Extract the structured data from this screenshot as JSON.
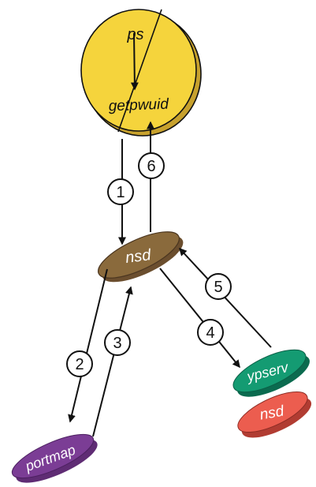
{
  "diagram": {
    "nodes": {
      "ps": {
        "label": "ps",
        "color": "#f5d43c"
      },
      "getpwuid": {
        "label": "getpwuid",
        "color": "#f5d43c"
      },
      "nsd_center": {
        "label": "nsd",
        "color": "#8a6a3c"
      },
      "portmap": {
        "label": "portmap",
        "color": "#7b3d95"
      },
      "ypserv": {
        "label": "ypserv",
        "color": "#149b72"
      },
      "nsd_right": {
        "label": "nsd",
        "color": "#ec5d4f"
      }
    },
    "steps": {
      "s1": "1",
      "s2": "2",
      "s3": "3",
      "s4": "4",
      "s5": "5",
      "s6": "6"
    }
  }
}
